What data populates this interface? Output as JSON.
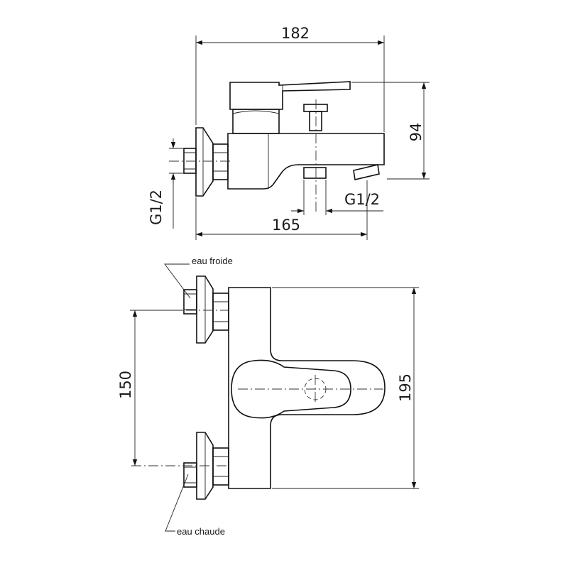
{
  "side_view": {
    "dim_overall_width": "182",
    "dim_height": "94",
    "dim_inlet_spacing": "165",
    "thread_inlet": "G1/2",
    "thread_outlet": "G1/2"
  },
  "top_view": {
    "dim_inlet_centers": "150",
    "dim_body_length": "195",
    "label_cold_water": "eau froide",
    "label_hot_water": "eau chaude"
  }
}
